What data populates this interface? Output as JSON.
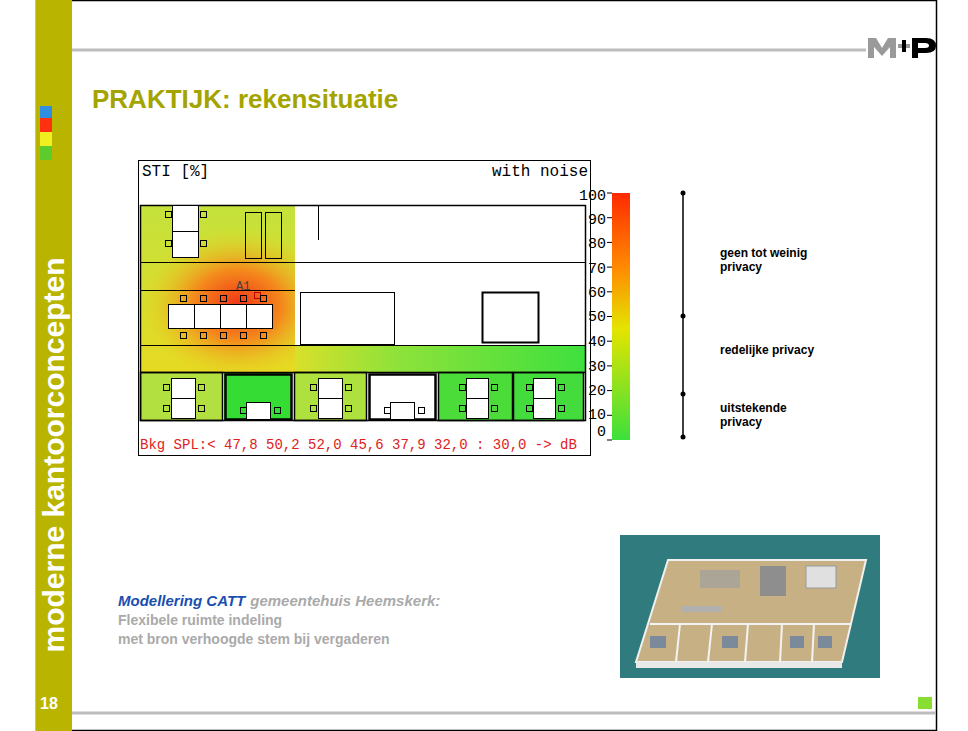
{
  "diagram": {
    "title": "PRAKTIJK: rekensituatie",
    "nodes": [
      {
        "text": [
          "moderne kantoorconcepten"
        ]
      }
    ],
    "labels": [
      "STI [%]",
      "with noise",
      "100",
      "90",
      "80",
      "70",
      "60",
      "50",
      "40",
      "30",
      "20",
      "10",
      "0",
      "A1",
      "Bkg SPL:< 47,8 50,2 52,0 45,6 37,9 32,0 : 30,0 -> dB",
      "geen tot weinig privacy",
      "redelijke privacy",
      "uitstekende privacy",
      "Modellering CATT",
      "gemeentehuis Heemskerk:",
      "Flexibele ruimte indeling",
      "met bron verhoogde stem bij vergaderen",
      "18"
    ]
  }
}
